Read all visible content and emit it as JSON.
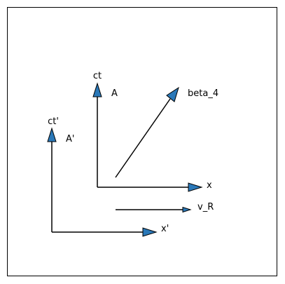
{
  "diagram": {
    "labels": {
      "ct": "ct",
      "a": "A",
      "x": "x",
      "beta": "beta_4",
      "ct_prime": "ct'",
      "a_prime": "A'",
      "x_prime": "x'",
      "v": "v_R"
    },
    "colors": {
      "arrow_head_fill": "#2a78b8",
      "line": "#000000",
      "background": "#ffffff"
    }
  }
}
